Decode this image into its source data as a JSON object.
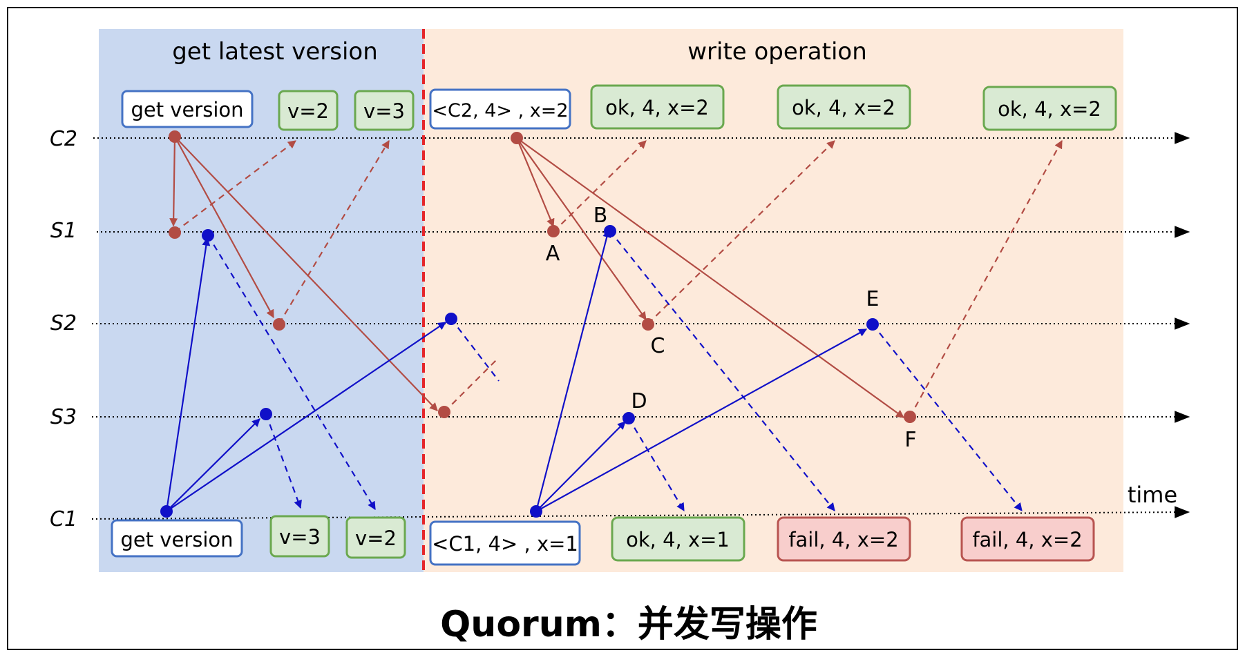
{
  "diagram_title": "Quorum：并发写操作",
  "sections": {
    "left_title": "get latest version",
    "right_title": "write operation"
  },
  "timelines": [
    "C2",
    "S1",
    "S2",
    "S3",
    "C1"
  ],
  "axis_label": "time",
  "boxes": {
    "c2_get_version": "get version",
    "c2_v2": "v=2",
    "c2_v3": "v=3",
    "c2_write_req": "<C2, 4> , x=2",
    "c2_ok_1": "ok, 4, x=2",
    "c2_ok_2": "ok, 4, x=2",
    "c2_ok_3": "ok, 4, x=2",
    "c1_get_version": "get version",
    "c1_v3": "v=3",
    "c1_v2": "v=2",
    "c1_write_req": "<C1, 4> , x=1",
    "c1_ok": "ok, 4, x=1",
    "c1_fail_1": "fail, 4, x=2",
    "c1_fail_2": "fail, 4, x=2"
  },
  "points": {
    "A": "A",
    "B": "B",
    "C": "C",
    "D": "D",
    "E": "E",
    "F": "F"
  },
  "colors": {
    "left_bg": "#c9d8f0",
    "right_bg": "#fdeadb",
    "divider": "#e5262a",
    "c2_message": "#b24c44",
    "c1_message": "#1010c8",
    "request_border": "#4472c4",
    "ok_border": "#6aa84f",
    "ok_fill": "#d9ead3",
    "fail_border": "#b85450",
    "fail_fill": "#f8cecc"
  }
}
